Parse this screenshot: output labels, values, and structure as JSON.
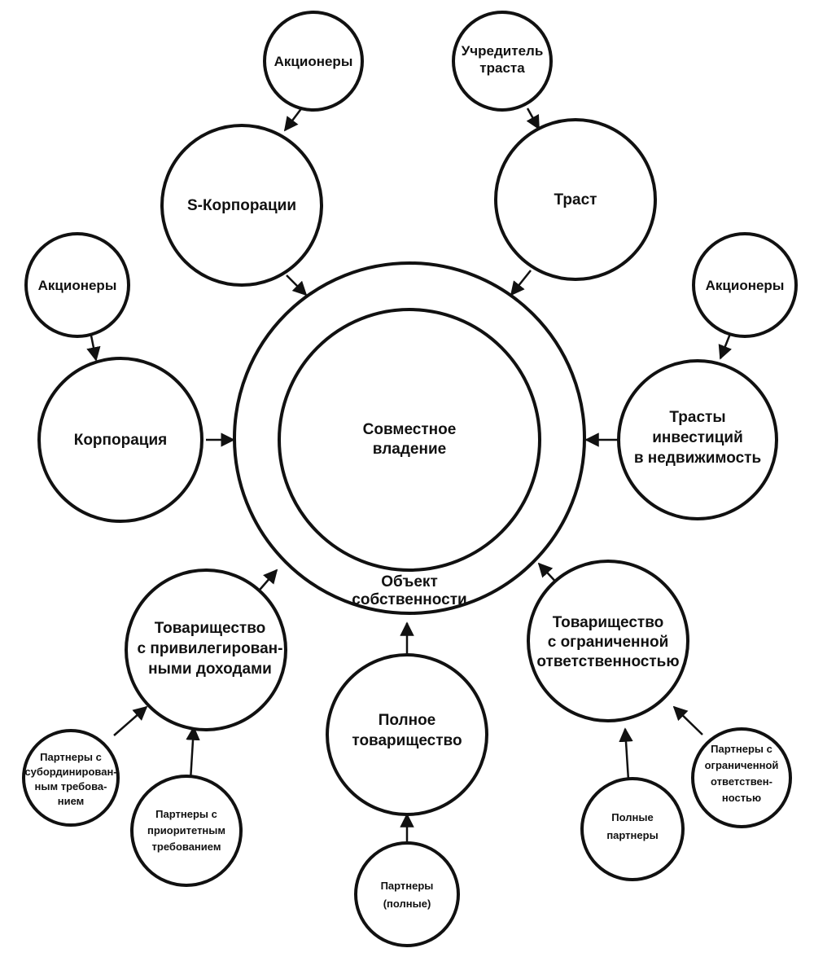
{
  "center": {
    "inner_lines": [
      "Совместное",
      "владение"
    ],
    "outer_lines": [
      "Объект",
      "собственности"
    ]
  },
  "nodes": {
    "shareholders_top": {
      "lines": [
        "Акционеры"
      ]
    },
    "trust_settlor": {
      "lines": [
        "Учредитель",
        "траста"
      ]
    },
    "s_corporations": {
      "lines": [
        "S-Корпорации"
      ]
    },
    "trust": {
      "lines": [
        "Траст"
      ]
    },
    "shareholders_left": {
      "lines": [
        "Акционеры"
      ]
    },
    "shareholders_right": {
      "lines": [
        "Акционеры"
      ]
    },
    "corporation": {
      "lines": [
        "Корпорация"
      ]
    },
    "reit": {
      "lines": [
        "Трасты",
        "инвестиций",
        "в недвижимость"
      ]
    },
    "preferred_partnership": {
      "lines": [
        "Товарищество",
        "с привилегирован-",
        "ными доходами"
      ]
    },
    "llp": {
      "lines": [
        "Товарищество",
        "с ограниченной",
        "ответственностью"
      ]
    },
    "general_partnership": {
      "lines": [
        "Полное",
        "товарищество"
      ]
    },
    "subordinated_partners": {
      "lines": [
        "Партнеры с",
        "субординирован-",
        "ным требова-",
        "нием"
      ]
    },
    "priority_partners": {
      "lines": [
        "Партнеры с",
        "приоритетным",
        "требованием"
      ]
    },
    "general_partners": {
      "lines": [
        "Партнеры",
        "(полные)"
      ]
    },
    "full_partners": {
      "lines": [
        "Полные",
        "партнеры"
      ]
    },
    "limited_partners": {
      "lines": [
        "Партнеры с",
        "ограниченной",
        "ответствен-",
        "ностью"
      ]
    }
  }
}
